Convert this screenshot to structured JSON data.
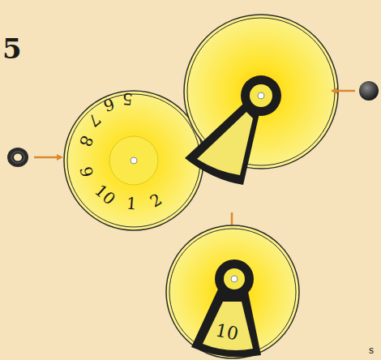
{
  "diagram": {
    "labels": [
      "5",
      "5",
      "6",
      "7",
      "8",
      "9",
      "10",
      "1",
      "2",
      "10",
      "s"
    ]
  }
}
